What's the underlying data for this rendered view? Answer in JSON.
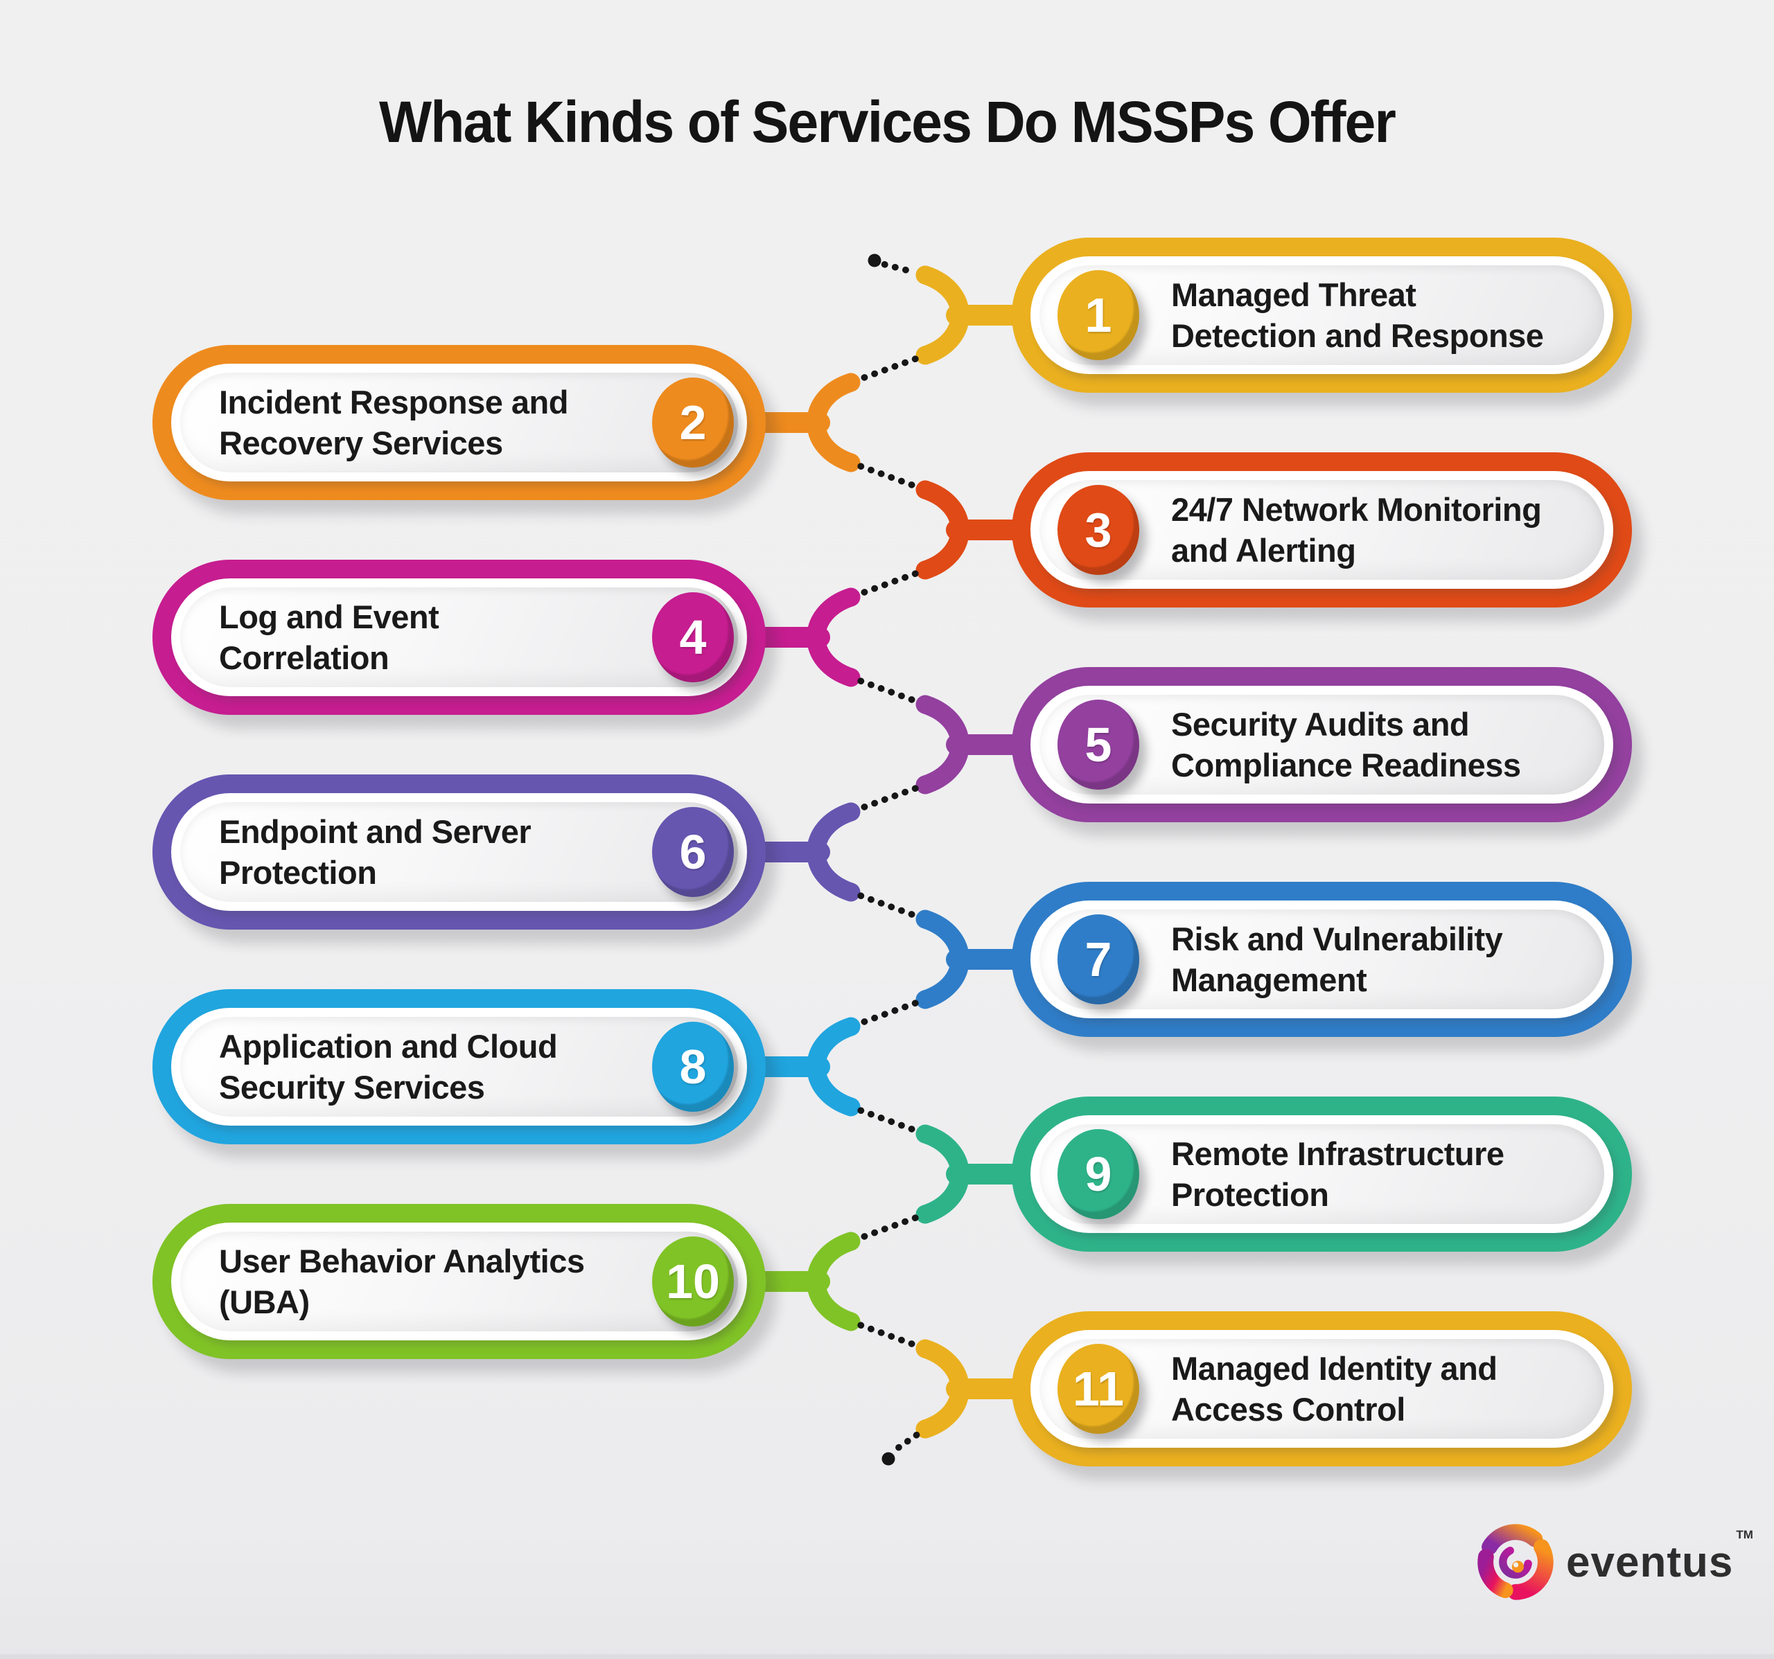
{
  "title": "What Kinds of Services Do MSSPs Offer",
  "canvas": {
    "background": "#efeff0",
    "connector_color": "#161616"
  },
  "items": [
    {
      "number": "1",
      "label": "Managed Threat\nDetection and Response",
      "color": "#EAB01F",
      "side": "right"
    },
    {
      "number": "2",
      "label": "Incident Response and\nRecovery Services",
      "color": "#EE8B1E",
      "side": "left"
    },
    {
      "number": "3",
      "label": "24/7 Network Monitoring\nand Alerting",
      "color": "#E04A16",
      "side": "right"
    },
    {
      "number": "4",
      "label": "Log and Event\nCorrelation",
      "color": "#C61D90",
      "side": "left"
    },
    {
      "number": "5",
      "label": "Security Audits and\nCompliance Readiness",
      "color": "#93409F",
      "side": "right"
    },
    {
      "number": "6",
      "label": "Endpoint and Server\nProtection",
      "color": "#6656B0",
      "side": "left"
    },
    {
      "number": "7",
      "label": "Risk and Vulnerability\nManagement",
      "color": "#2F7DC8",
      "side": "right"
    },
    {
      "number": "8",
      "label": "Application and Cloud\nSecurity Services",
      "color": "#20A5DF",
      "side": "left"
    },
    {
      "number": "9",
      "label": "Remote Infrastructure\nProtection",
      "color": "#2EB389",
      "side": "right"
    },
    {
      "number": "10",
      "label": "User Behavior Analytics\n(UBA)",
      "color": "#80C326",
      "side": "left"
    },
    {
      "number": "11",
      "label": "Managed Identity and\nAccess Control",
      "color": "#EAB01F",
      "side": "right"
    }
  ],
  "footer": {
    "brand": "eventus",
    "trademark": "TM",
    "logo_palette": {
      "orange": "#F7941D",
      "crimson": "#E8125F",
      "magenta": "#D6119A",
      "purple": "#7E2E9C"
    }
  }
}
